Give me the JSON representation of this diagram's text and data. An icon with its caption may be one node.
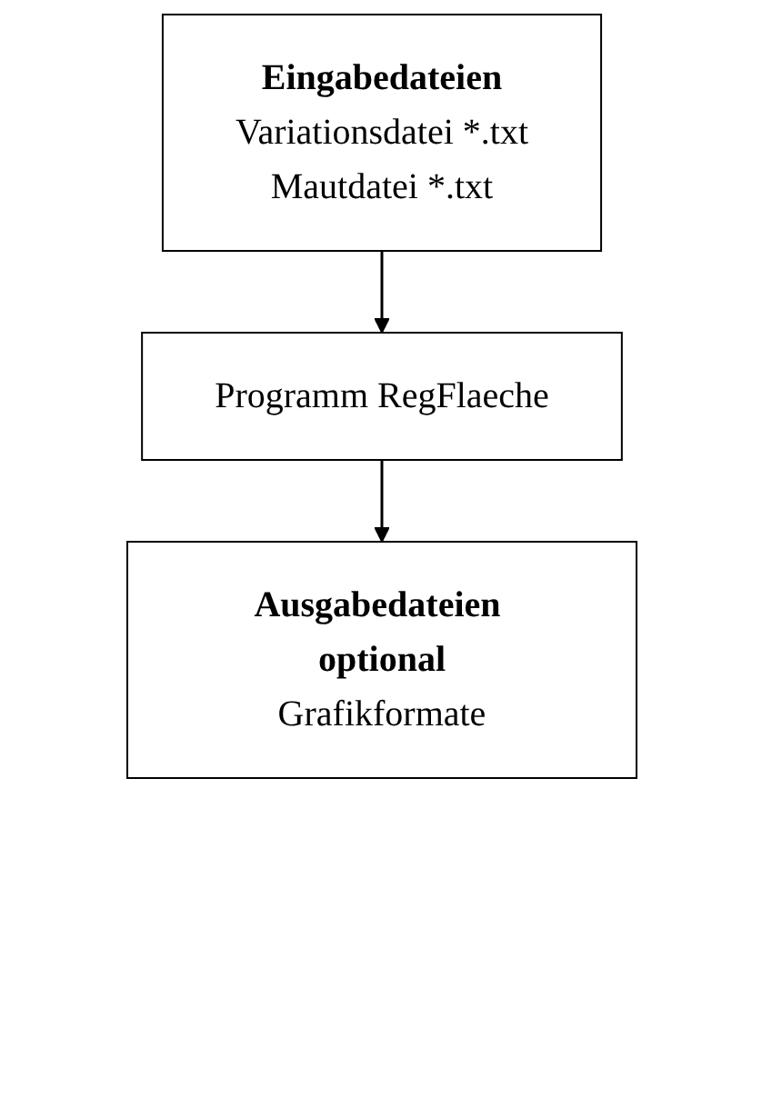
{
  "diagram": {
    "nodes": [
      {
        "text": [
          "Eingabedateien",
          "Variationsdatei *.txt",
          "Mautdatei *.txt"
        ]
      },
      {
        "text": [
          "Programm RegFlaeche"
        ]
      },
      {
        "text": [
          "Ausgabedateien optional",
          "Grafikformate"
        ]
      }
    ],
    "edges": [
      {
        "from": 0,
        "to": 1,
        "arrow": "to"
      },
      {
        "from": 1,
        "to": 2,
        "arrow": "to"
      }
    ]
  }
}
